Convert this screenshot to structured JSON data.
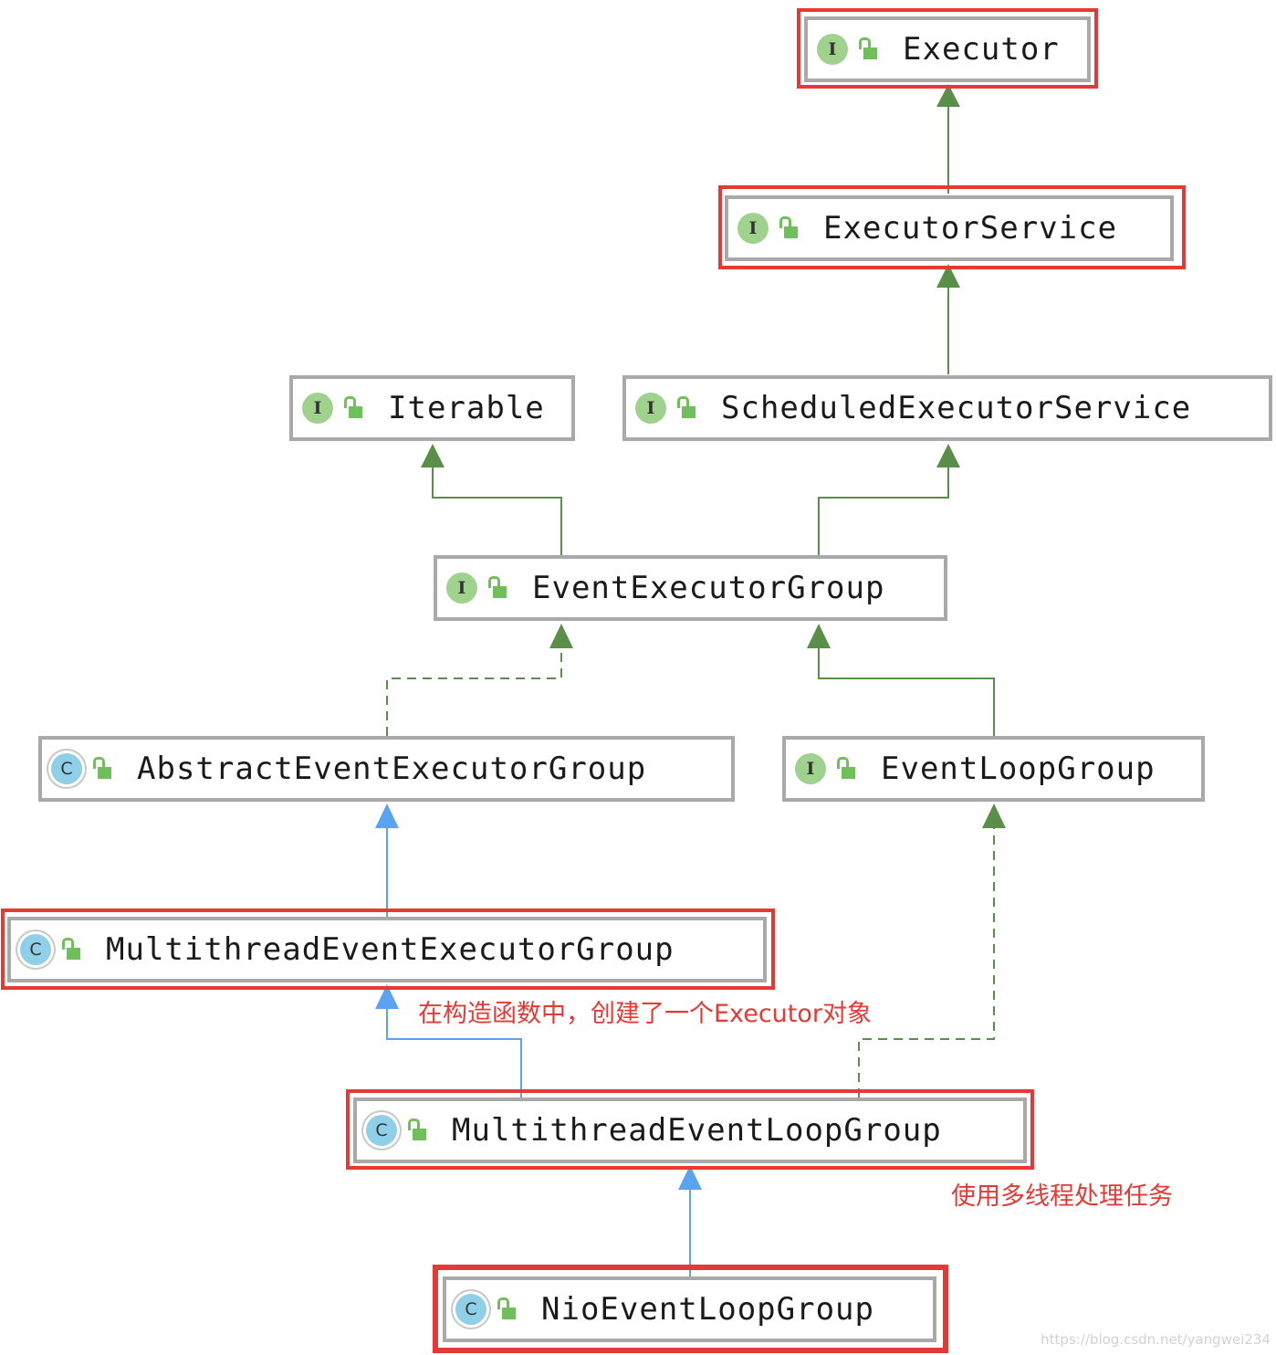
{
  "nodes": {
    "executor": {
      "label": "Executor",
      "kind": "I"
    },
    "executor_service": {
      "label": "ExecutorService",
      "kind": "I"
    },
    "iterable": {
      "label": "Iterable",
      "kind": "I"
    },
    "scheduled_executor_service": {
      "label": "ScheduledExecutorService",
      "kind": "I"
    },
    "event_executor_group": {
      "label": "EventExecutorGroup",
      "kind": "I"
    },
    "abstract_event_executor_group": {
      "label": "AbstractEventExecutorGroup",
      "kind": "C"
    },
    "event_loop_group": {
      "label": "EventLoopGroup",
      "kind": "I"
    },
    "multithread_event_executor_group": {
      "label": "MultithreadEventExecutorGroup",
      "kind": "C"
    },
    "multithread_event_loop_group": {
      "label": "MultithreadEventLoopGroup",
      "kind": "C"
    },
    "nio_event_loop_group": {
      "label": "NioEventLoopGroup",
      "kind": "C"
    }
  },
  "edges": [
    {
      "from": "executor_service",
      "to": "executor",
      "type": "interface-extends"
    },
    {
      "from": "scheduled_executor_service",
      "to": "executor_service",
      "type": "interface-extends"
    },
    {
      "from": "event_executor_group",
      "to": "iterable",
      "type": "interface-extends"
    },
    {
      "from": "event_executor_group",
      "to": "scheduled_executor_service",
      "type": "interface-extends"
    },
    {
      "from": "abstract_event_executor_group",
      "to": "event_executor_group",
      "type": "implements"
    },
    {
      "from": "event_loop_group",
      "to": "event_executor_group",
      "type": "interface-extends"
    },
    {
      "from": "multithread_event_executor_group",
      "to": "abstract_event_executor_group",
      "type": "class-extends"
    },
    {
      "from": "multithread_event_loop_group",
      "to": "multithread_event_executor_group",
      "type": "class-extends"
    },
    {
      "from": "multithread_event_loop_group",
      "to": "event_loop_group",
      "type": "implements"
    },
    {
      "from": "nio_event_loop_group",
      "to": "multithread_event_loop_group",
      "type": "class-extends"
    }
  ],
  "highlighted": [
    "executor",
    "executor_service",
    "multithread_event_executor_group",
    "multithread_event_loop_group",
    "nio_event_loop_group"
  ],
  "annotations": {
    "executor_note": "在构造函数中，创建了一个Executor对象",
    "multithread_note": "使用多线程处理任务"
  },
  "watermark": "https://blog.csdn.net/yangwei234",
  "colors": {
    "interface_arrow": "#5a8f4a",
    "class_arrow": "#5ba3f0",
    "highlight": "#e53935",
    "node_border": "#a9a9a9",
    "interface_badge": "#9fd28d",
    "class_badge": "#8fcfe8"
  }
}
